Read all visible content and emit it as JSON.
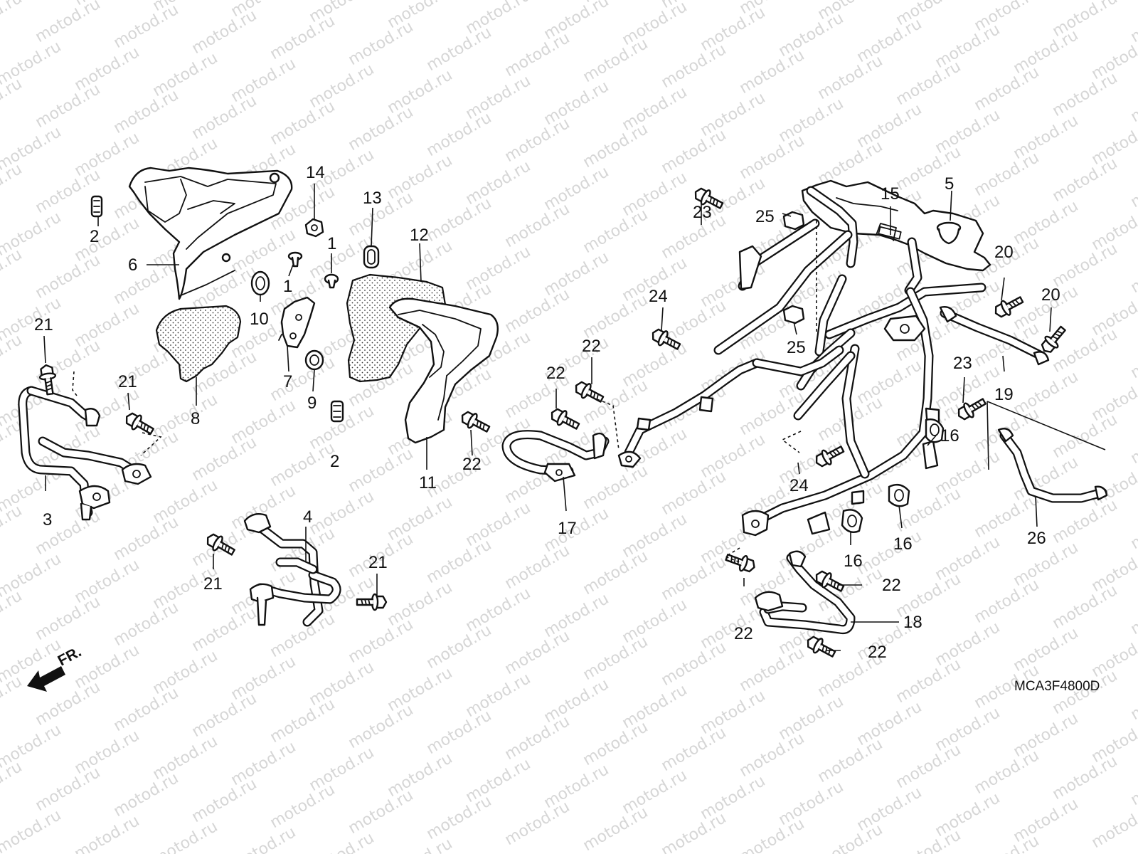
{
  "watermark": {
    "text": "motod.ru"
  },
  "diagram_code": "MCA3F4800D",
  "front_indicator": {
    "label": "FR.",
    "icon": "front-arrow-icon"
  },
  "callouts": [
    {
      "id": "c1a",
      "label": "1"
    },
    {
      "id": "c1b",
      "label": "1"
    },
    {
      "id": "c2a",
      "label": "2"
    },
    {
      "id": "c2b",
      "label": "2"
    },
    {
      "id": "c3",
      "label": "3"
    },
    {
      "id": "c4",
      "label": "4"
    },
    {
      "id": "c5",
      "label": "5"
    },
    {
      "id": "c6",
      "label": "6"
    },
    {
      "id": "c7",
      "label": "7"
    },
    {
      "id": "c8",
      "label": "8"
    },
    {
      "id": "c9",
      "label": "9"
    },
    {
      "id": "c10",
      "label": "10"
    },
    {
      "id": "c11",
      "label": "11"
    },
    {
      "id": "c12",
      "label": "12"
    },
    {
      "id": "c13",
      "label": "13"
    },
    {
      "id": "c14",
      "label": "14"
    },
    {
      "id": "c15",
      "label": "15"
    },
    {
      "id": "c16a",
      "label": "16"
    },
    {
      "id": "c16b",
      "label": "16"
    },
    {
      "id": "c16c",
      "label": "16"
    },
    {
      "id": "c17",
      "label": "17"
    },
    {
      "id": "c18",
      "label": "18"
    },
    {
      "id": "c19",
      "label": "19"
    },
    {
      "id": "c20a",
      "label": "20"
    },
    {
      "id": "c20b",
      "label": "20"
    },
    {
      "id": "c21a",
      "label": "21"
    },
    {
      "id": "c21b",
      "label": "21"
    },
    {
      "id": "c21c",
      "label": "21"
    },
    {
      "id": "c21d",
      "label": "21"
    },
    {
      "id": "c22a",
      "label": "22"
    },
    {
      "id": "c22b",
      "label": "22"
    },
    {
      "id": "c22c",
      "label": "22"
    },
    {
      "id": "c22d",
      "label": "22"
    },
    {
      "id": "c22e",
      "label": "22"
    },
    {
      "id": "c22f",
      "label": "22"
    },
    {
      "id": "c23a",
      "label": "23"
    },
    {
      "id": "c23b",
      "label": "23"
    },
    {
      "id": "c24a",
      "label": "24"
    },
    {
      "id": "c24b",
      "label": "24"
    },
    {
      "id": "c25a",
      "label": "25"
    },
    {
      "id": "c25b",
      "label": "25"
    },
    {
      "id": "c26",
      "label": "26"
    }
  ]
}
